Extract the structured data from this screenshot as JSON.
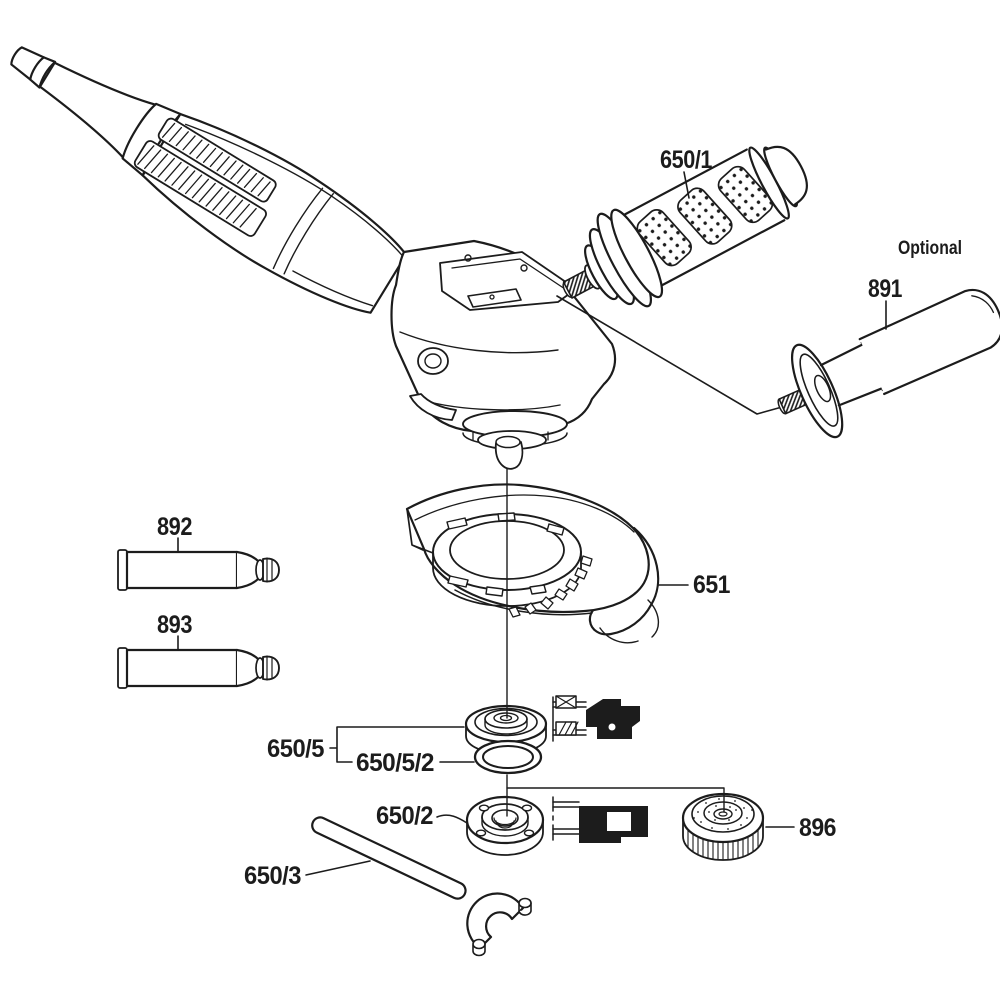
{
  "page": {
    "background": "#ffffff",
    "ink": "#1c1c1c"
  },
  "diagram_type": "exploded-parts-diagram",
  "labels": {
    "part_650_1": "650/1",
    "optional": "Optional",
    "part_891": "891",
    "part_892": "892",
    "part_893": "893",
    "part_651": "651",
    "part_650_5": "650/5",
    "part_650_5_2": "650/5/2",
    "part_650_2": "650/2",
    "part_650_3": "650/3",
    "part_896": "896"
  }
}
